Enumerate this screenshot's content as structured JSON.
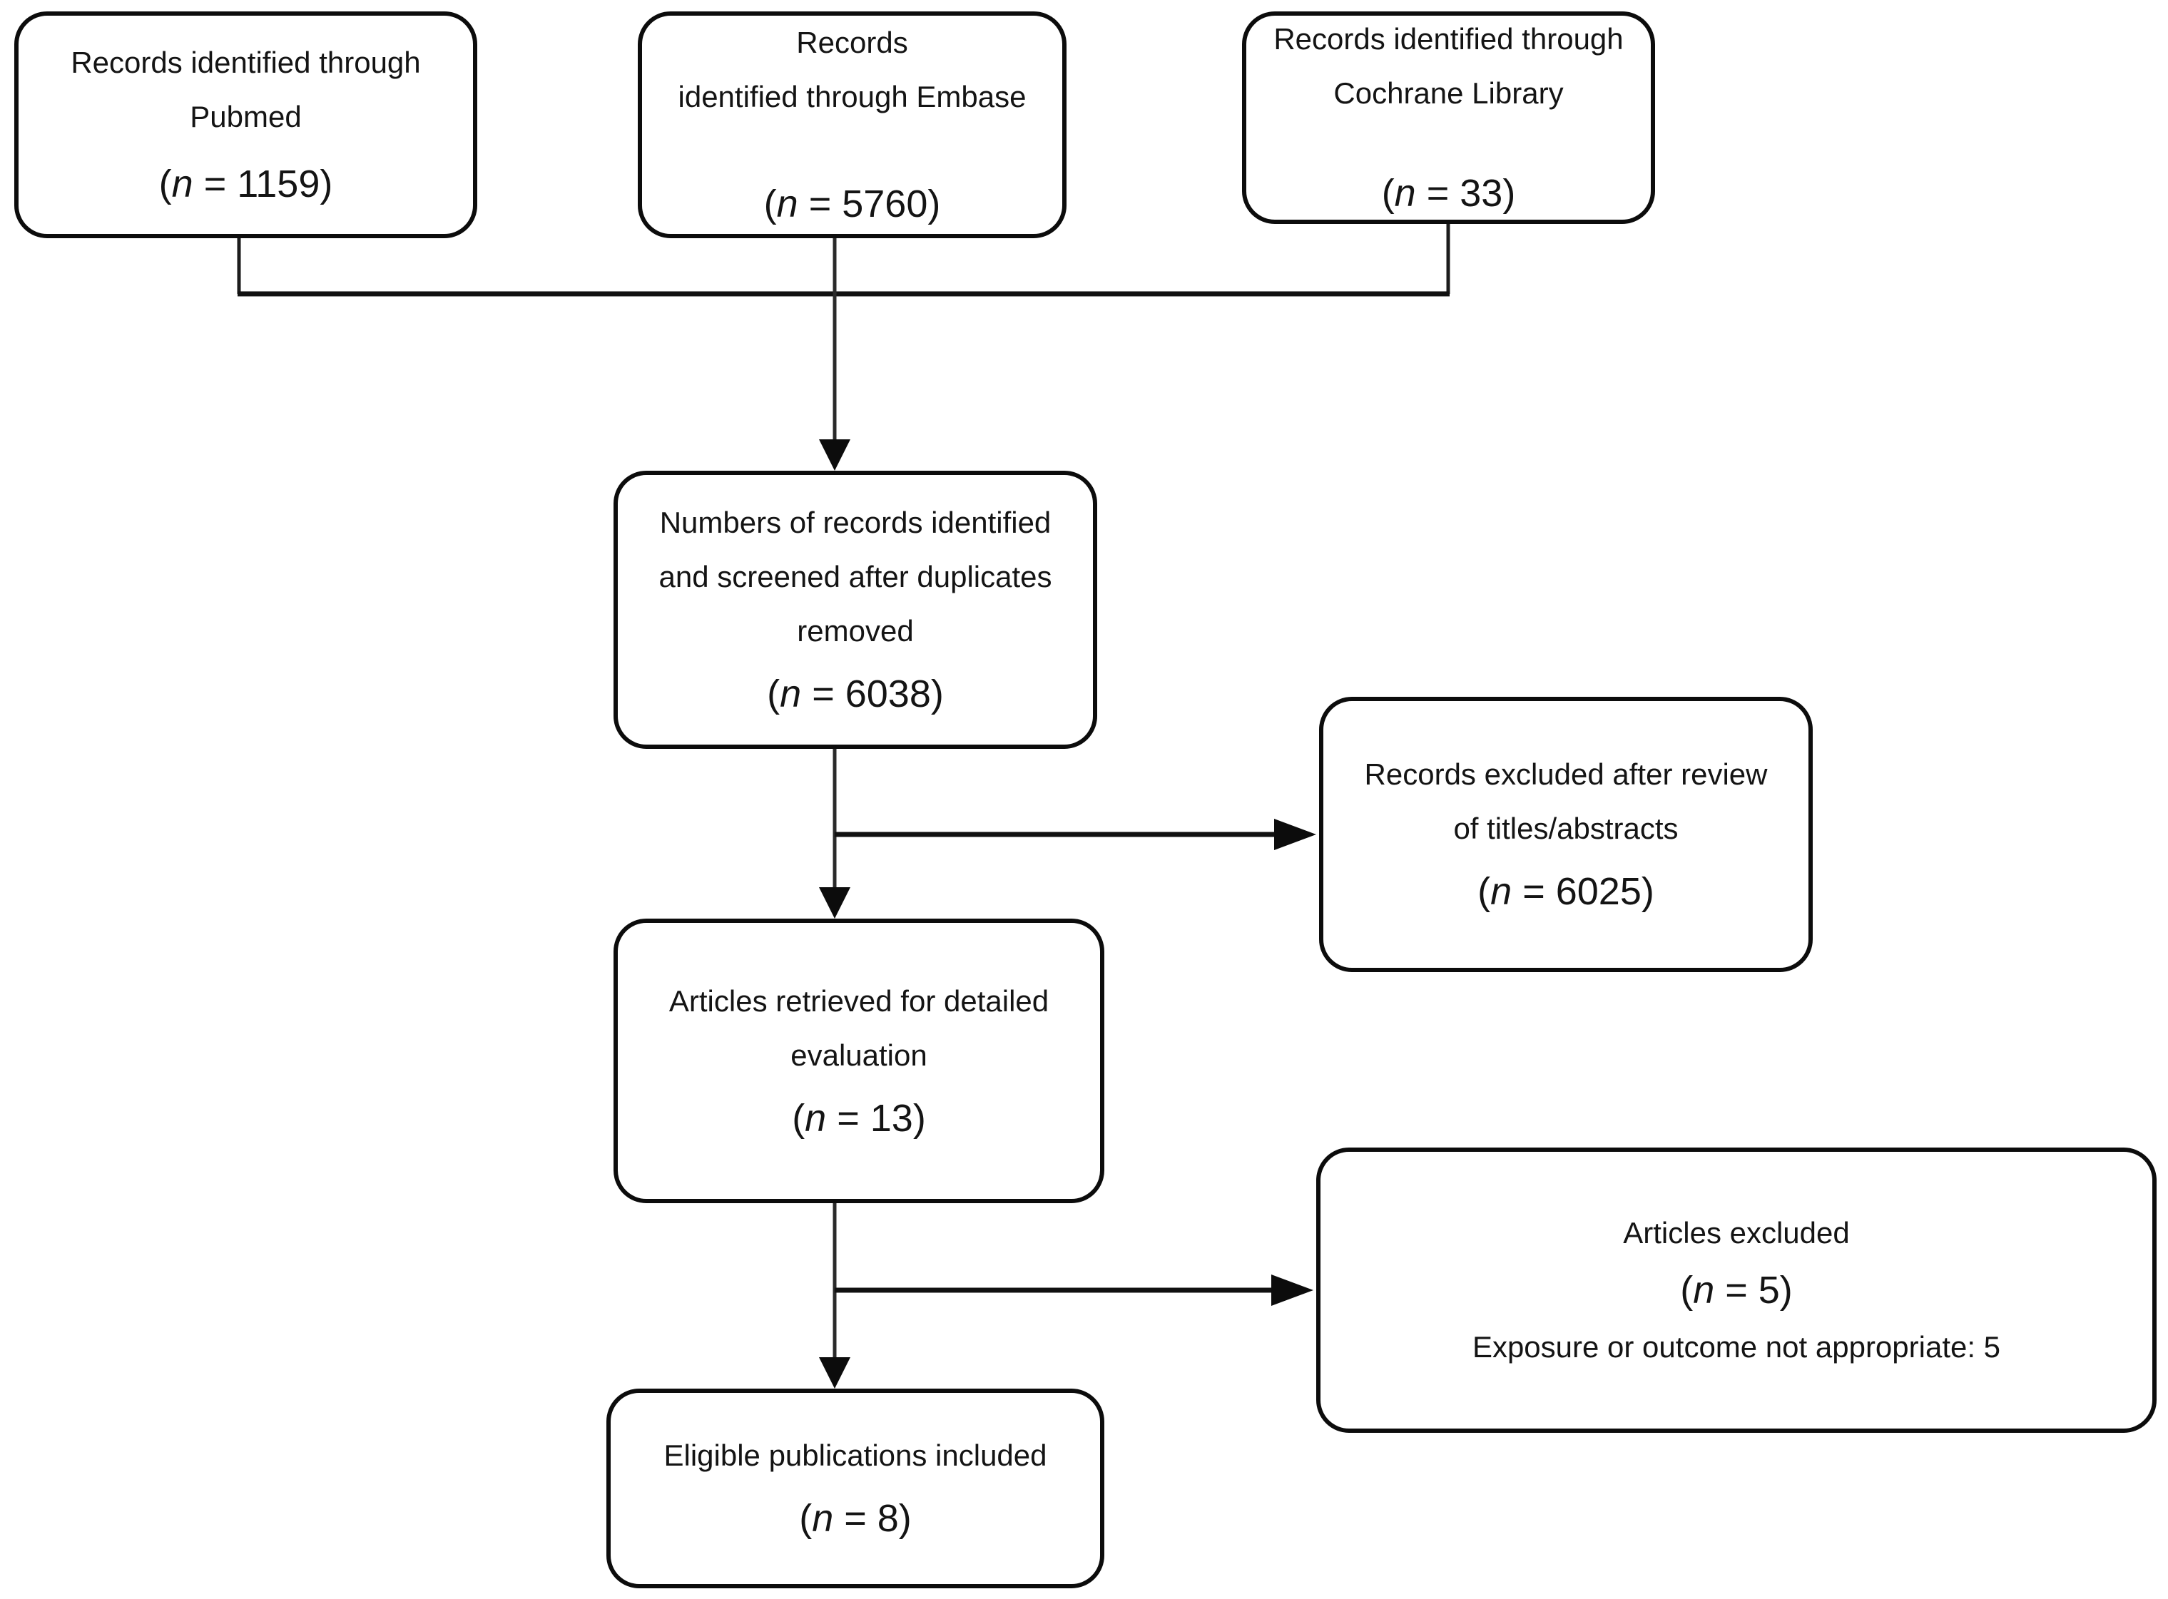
{
  "diagram": {
    "type": "flowchart",
    "colors": {
      "background": "#ffffff",
      "box_border": "#0c0c0c",
      "box_fill": "#ffffff",
      "text": "#141414",
      "connector": "#1c1c1c"
    },
    "nodes": {
      "pubmed": {
        "lines": [
          "Records identified through",
          "Pubmed"
        ],
        "count": {
          "pre": "(",
          "var": "n",
          "post": " = 1159)"
        },
        "count_value": "1159"
      },
      "embase": {
        "lines": [
          "Records",
          "identified through Embase"
        ],
        "count": {
          "pre": "(",
          "var": "n",
          "post": " = 5760)"
        },
        "count_value": "5760"
      },
      "cochrane": {
        "lines": [
          "Records identified through",
          "Cochrane Library"
        ],
        "count": {
          "pre": "(",
          "var": "n",
          "post": " = 33)"
        },
        "count_value": "33"
      },
      "screened": {
        "lines": [
          "Numbers of records identified",
          "and screened after duplicates",
          "removed"
        ],
        "count": {
          "pre": "(",
          "var": "n",
          "post": " = 6038)"
        },
        "count_value": "6038"
      },
      "excluded_titles": {
        "lines": [
          "Records excluded after review",
          "of titles/abstracts"
        ],
        "count": {
          "pre": "(",
          "var": "n",
          "post": " = 6025)"
        },
        "count_value": "6025"
      },
      "retrieved": {
        "lines": [
          "Articles retrieved for detailed",
          "evaluation"
        ],
        "count": {
          "pre": "(",
          "var": "n",
          "post": " = 13)"
        },
        "count_value": "13"
      },
      "excluded_articles": {
        "lines": [
          "Articles excluded"
        ],
        "count": {
          "pre": "(",
          "var": "n",
          "post": " = 5)"
        },
        "count_value": "5",
        "sub_line": "Exposure or outcome not appropriate: 5"
      },
      "eligible": {
        "lines": [
          "Eligible publications included"
        ],
        "count": {
          "pre": "(",
          "var": "n",
          "post": " = 8)"
        },
        "count_value": "8"
      }
    },
    "edges": [
      {
        "from": "pubmed",
        "to": "screened",
        "via": "merge-rail"
      },
      {
        "from": "embase",
        "to": "screened",
        "via": "merge-rail"
      },
      {
        "from": "cochrane",
        "to": "screened",
        "via": "merge-rail"
      },
      {
        "from": "screened",
        "to": "excluded_titles",
        "direction": "right"
      },
      {
        "from": "screened",
        "to": "retrieved",
        "direction": "down"
      },
      {
        "from": "retrieved",
        "to": "excluded_articles",
        "direction": "right"
      },
      {
        "from": "retrieved",
        "to": "eligible",
        "direction": "down"
      }
    ]
  }
}
